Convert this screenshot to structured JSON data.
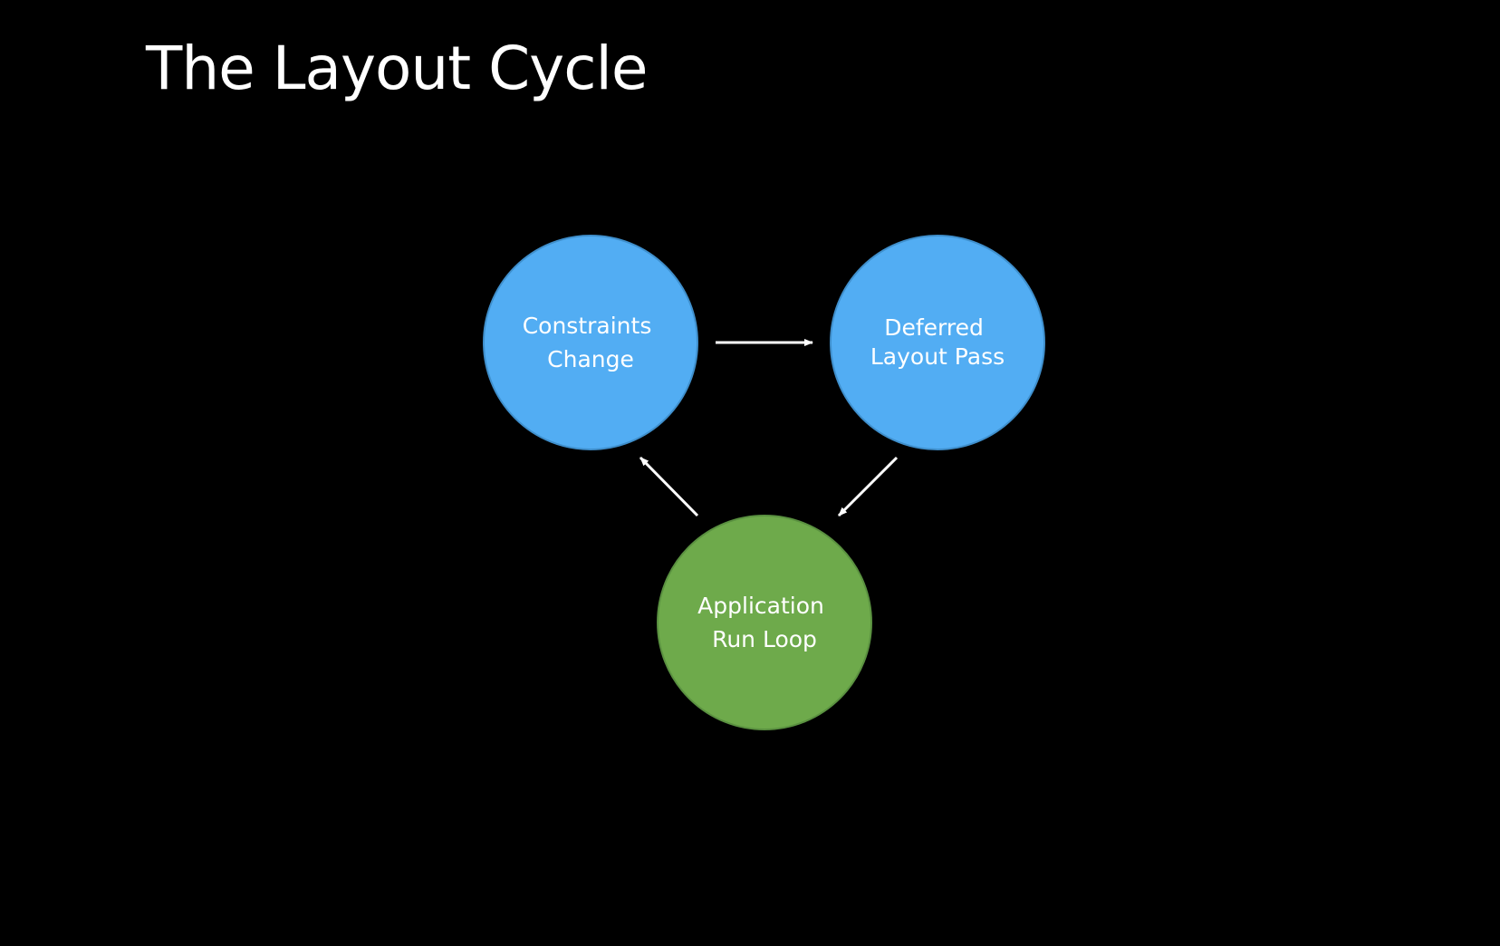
{
  "slide": {
    "title": "The Layout Cycle"
  },
  "diagram": {
    "nodes": [
      {
        "id": "constraints-change",
        "lines": [
          "Constraints",
          "Change"
        ],
        "color": "#52adf3"
      },
      {
        "id": "deferred-layout-pass",
        "lines": [
          "Deferred",
          "Layout Pass"
        ],
        "color": "#52adf3"
      },
      {
        "id": "application-run-loop",
        "lines": [
          "Application",
          "Run Loop"
        ],
        "color": "#6eaa4b"
      }
    ],
    "edges": [
      {
        "from": "constraints-change",
        "to": "deferred-layout-pass"
      },
      {
        "from": "deferred-layout-pass",
        "to": "application-run-loop"
      },
      {
        "from": "application-run-loop",
        "to": "constraints-change"
      }
    ],
    "arrow_color": "#ffffff"
  }
}
